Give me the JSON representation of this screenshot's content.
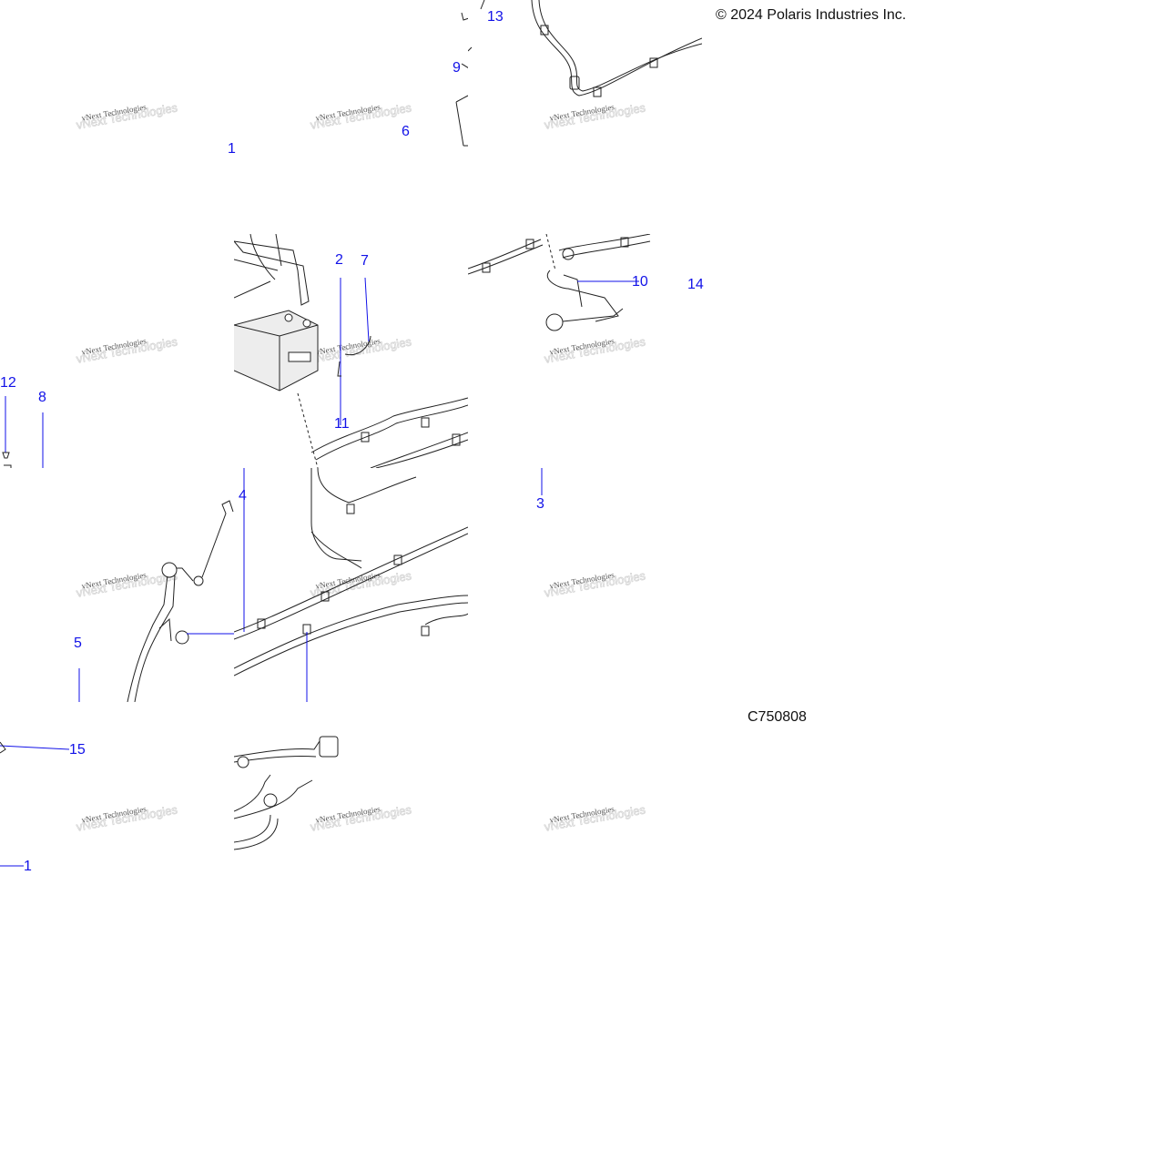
{
  "copyright": "© 2024 Polaris Industries Inc.",
  "diagram_code": "C750808",
  "watermark": "vNext Technologies",
  "callouts": {
    "c13": "13",
    "c9": "9",
    "c6": "6",
    "c1_top": "1",
    "c2": "2",
    "c7": "7",
    "c10": "10",
    "c14": "14",
    "c12": "12",
    "c8": "8",
    "c11": "11",
    "c4": "4",
    "c3": "3",
    "c5": "5",
    "c15": "15",
    "c1_bottom": "1"
  },
  "colors": {
    "callout": "#1212e8",
    "line_art": "#222222",
    "watermark": "#555555"
  }
}
